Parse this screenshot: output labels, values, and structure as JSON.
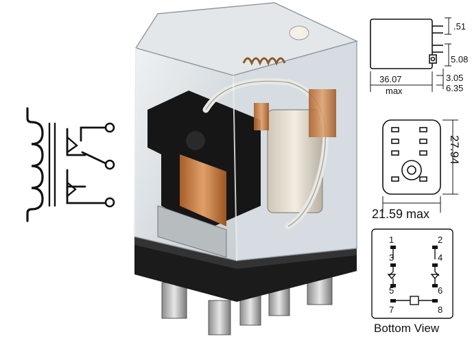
{
  "dimensions": {
    "pin_spacing": ".51",
    "pin_pitch": "5.08",
    "length": "36.07",
    "length_note": "max",
    "pin_offset_1": "3.05",
    "pin_offset_2": "6.35",
    "height": "27.94",
    "width": "21.59 max"
  },
  "pinout": {
    "title": "Bottom View",
    "pins": [
      "1",
      "2",
      "3",
      "4",
      "5",
      "6",
      "7",
      "8"
    ]
  },
  "schematic": {
    "symbol": "relay-coil-dpdt-icon"
  },
  "colors": {
    "case_plastic": "#d9dfe3",
    "base": "#1a1a1a",
    "copper": "#c07a3c",
    "line": "#111111"
  }
}
